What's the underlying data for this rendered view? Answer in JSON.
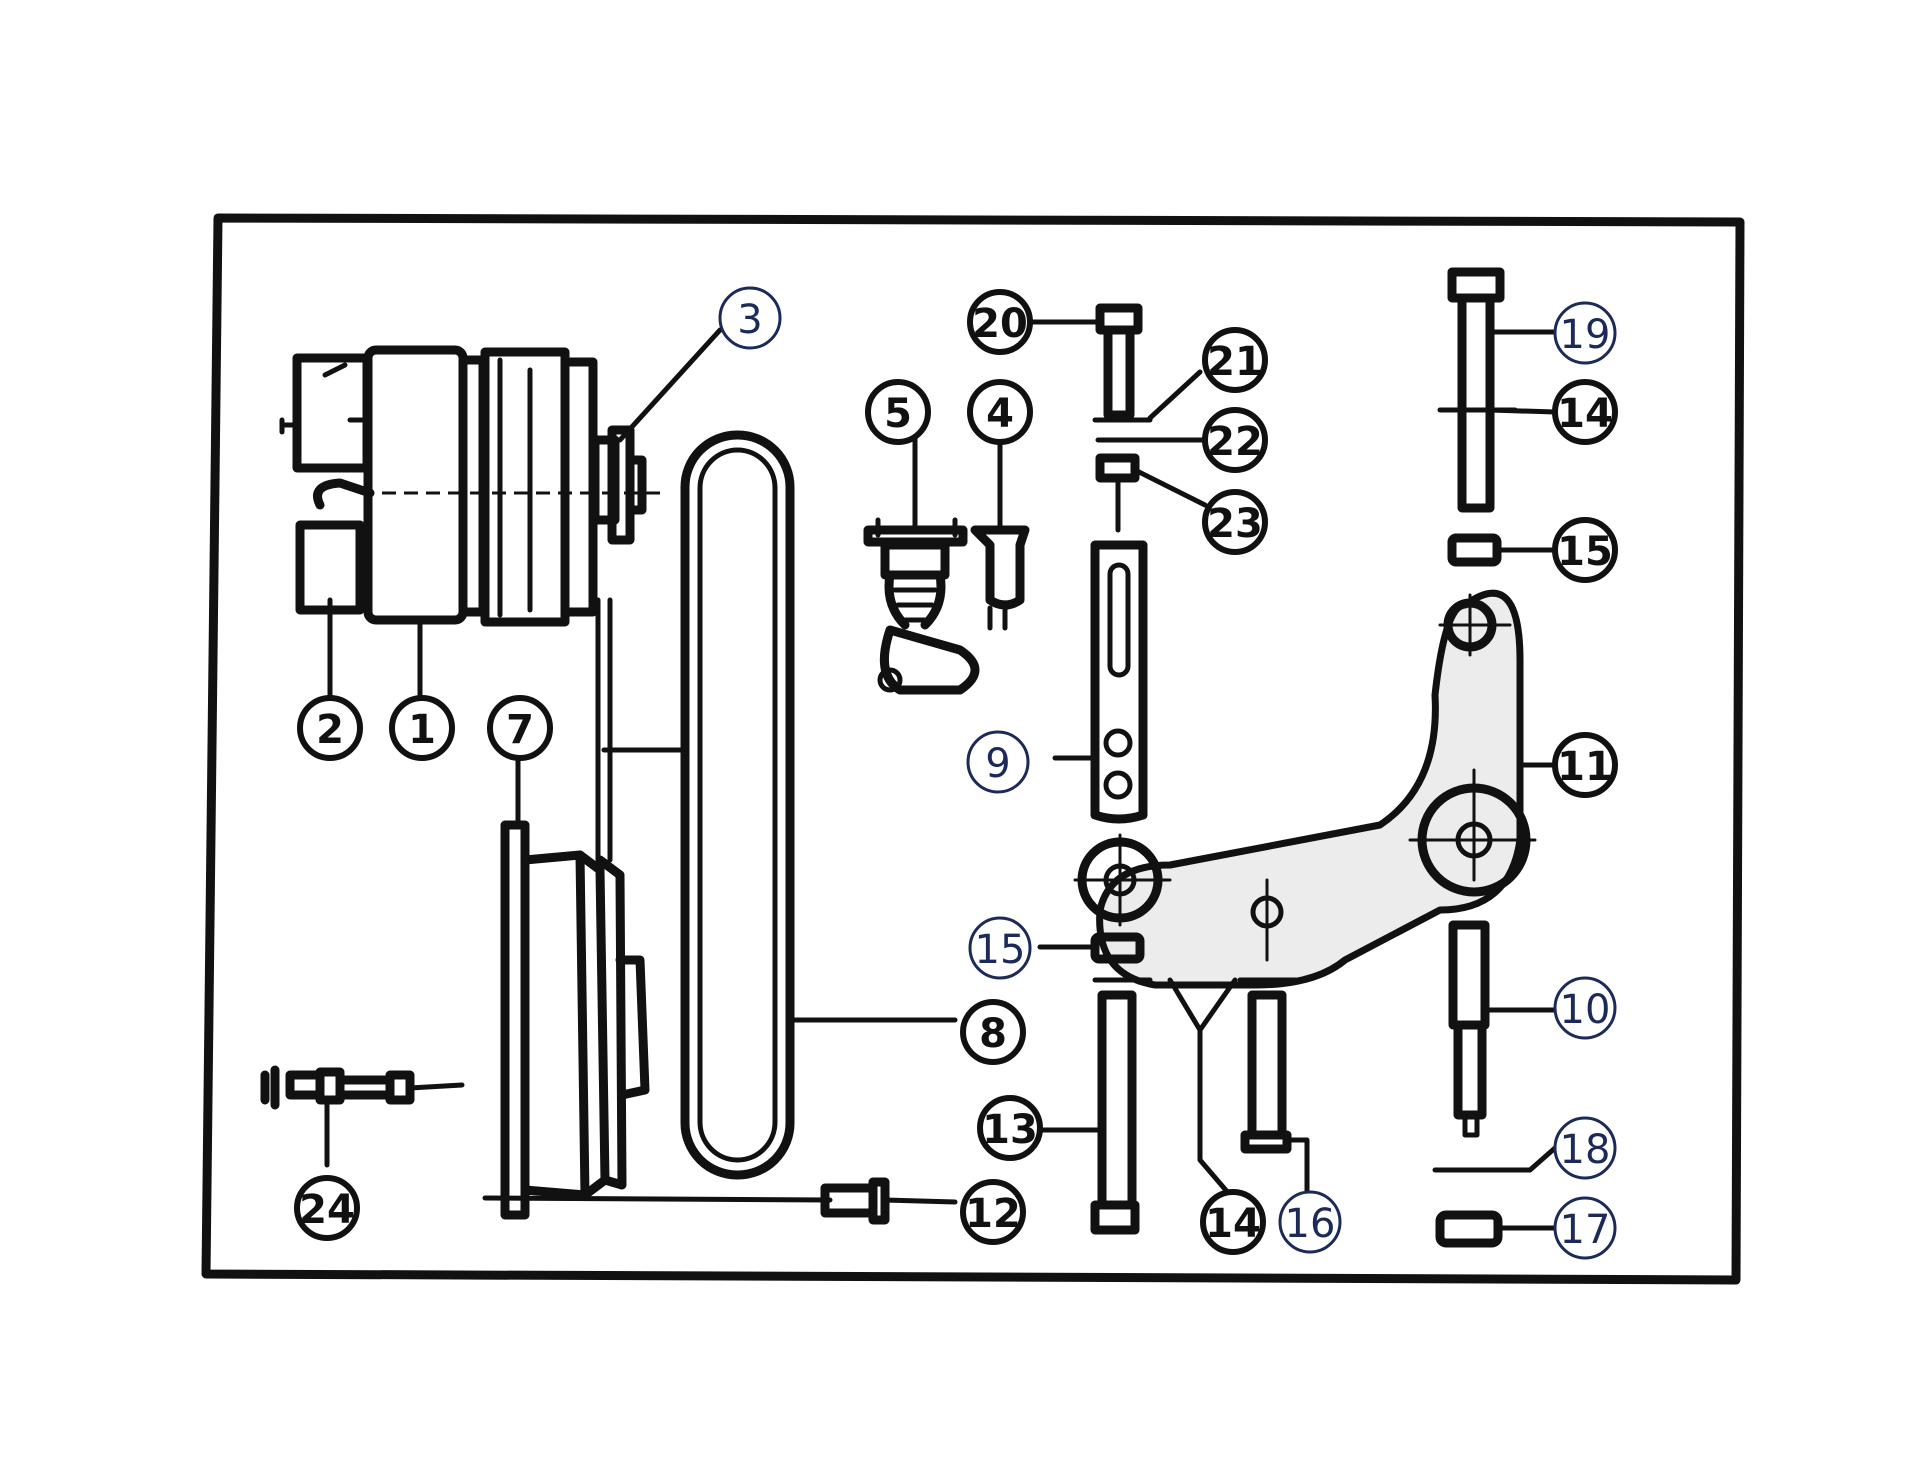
{
  "diagram": {
    "ink_color": "#111111",
    "label_ink_color_blue": "#1c2a5a",
    "callouts": [
      {
        "id": "c1",
        "text": "1",
        "style": "bold"
      },
      {
        "id": "c2",
        "text": "2",
        "style": "bold"
      },
      {
        "id": "c3",
        "text": "3",
        "style": "hand"
      },
      {
        "id": "c4",
        "text": "4",
        "style": "bold"
      },
      {
        "id": "c5",
        "text": "5",
        "style": "bold"
      },
      {
        "id": "c7",
        "text": "7",
        "style": "bold"
      },
      {
        "id": "c8",
        "text": "8",
        "style": "bold"
      },
      {
        "id": "c9",
        "text": "9",
        "style": "hand"
      },
      {
        "id": "c10",
        "text": "10",
        "style": "hand"
      },
      {
        "id": "c11",
        "text": "11",
        "style": "bold"
      },
      {
        "id": "c12",
        "text": "12",
        "style": "bold"
      },
      {
        "id": "c13",
        "text": "13",
        "style": "bold"
      },
      {
        "id": "c14a",
        "text": "14",
        "style": "bold"
      },
      {
        "id": "c14b",
        "text": "14",
        "style": "bold"
      },
      {
        "id": "c15a",
        "text": "15",
        "style": "bold"
      },
      {
        "id": "c15b",
        "text": "15",
        "style": "hand"
      },
      {
        "id": "c16",
        "text": "16",
        "style": "hand"
      },
      {
        "id": "c17",
        "text": "17",
        "style": "hand"
      },
      {
        "id": "c18",
        "text": "18",
        "style": "hand"
      },
      {
        "id": "c19",
        "text": "19",
        "style": "hand"
      },
      {
        "id": "c20",
        "text": "20",
        "style": "bold"
      },
      {
        "id": "c21",
        "text": "21",
        "style": "bold"
      },
      {
        "id": "c22",
        "text": "22",
        "style": "bold"
      },
      {
        "id": "c23",
        "text": "23",
        "style": "bold"
      },
      {
        "id": "c24",
        "text": "24",
        "style": "bold"
      }
    ]
  }
}
